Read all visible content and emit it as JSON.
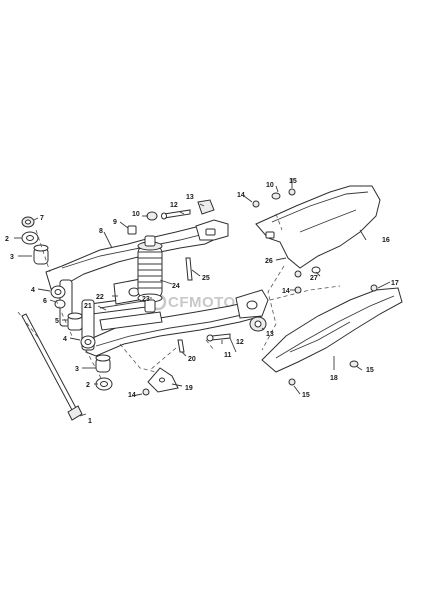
{
  "watermark": "CFMOTO",
  "callouts": [
    {
      "id": "c1",
      "text": "1"
    },
    {
      "id": "c2a",
      "text": "2"
    },
    {
      "id": "c2b",
      "text": "2"
    },
    {
      "id": "c3a",
      "text": "3"
    },
    {
      "id": "c3b",
      "text": "3"
    },
    {
      "id": "c4a",
      "text": "4"
    },
    {
      "id": "c4b",
      "text": "4"
    },
    {
      "id": "c5",
      "text": "5"
    },
    {
      "id": "c6",
      "text": "6"
    },
    {
      "id": "c7",
      "text": "7"
    },
    {
      "id": "c8",
      "text": "8"
    },
    {
      "id": "c9",
      "text": "9"
    },
    {
      "id": "c10a",
      "text": "10"
    },
    {
      "id": "c10b",
      "text": "10"
    },
    {
      "id": "c11",
      "text": "11"
    },
    {
      "id": "c12a",
      "text": "12"
    },
    {
      "id": "c12b",
      "text": "12"
    },
    {
      "id": "c13a",
      "text": "13"
    },
    {
      "id": "c13b",
      "text": "13"
    },
    {
      "id": "c14a",
      "text": "14"
    },
    {
      "id": "c14b",
      "text": "14"
    },
    {
      "id": "c14c",
      "text": "14"
    },
    {
      "id": "c15a",
      "text": "15"
    },
    {
      "id": "c15b",
      "text": "15"
    },
    {
      "id": "c15c",
      "text": "15"
    },
    {
      "id": "c16",
      "text": "16"
    },
    {
      "id": "c17",
      "text": "17"
    },
    {
      "id": "c18",
      "text": "18"
    },
    {
      "id": "c19",
      "text": "19"
    },
    {
      "id": "c20",
      "text": "20"
    },
    {
      "id": "c21",
      "text": "21"
    },
    {
      "id": "c22",
      "text": "22"
    },
    {
      "id": "c23",
      "text": "23"
    },
    {
      "id": "c24",
      "text": "24"
    },
    {
      "id": "c25",
      "text": "25"
    },
    {
      "id": "c26",
      "text": "26"
    },
    {
      "id": "c27",
      "text": "27"
    }
  ]
}
